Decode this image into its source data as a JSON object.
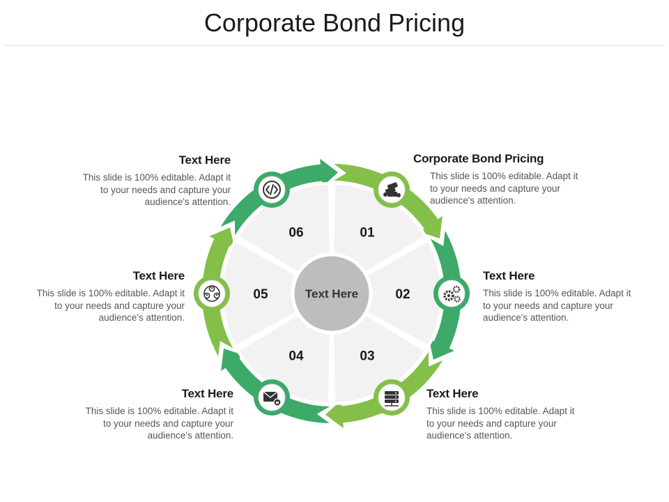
{
  "title": "Corporate Bond Pricing",
  "center_label": "Text Here",
  "colors": {
    "dark_green": "#3daa6a",
    "light_green": "#84bf4a",
    "segment": "#f2f2f2",
    "hub": "#bdbdbd"
  },
  "segments": [
    {
      "number": "01",
      "heading": "Corporate Bond Pricing",
      "body": "This slide is 100% editable. Adapt it to your needs and capture your audience's attention.",
      "icon": "money-stack-icon"
    },
    {
      "number": "02",
      "heading": "Text Here",
      "body": "This slide is 100% editable. Adapt it to your needs and capture your audience's attention.",
      "icon": "gears-icon"
    },
    {
      "number": "03",
      "heading": "Text Here",
      "body": "This slide is 100% editable. Adapt it to your needs and capture your audience's attention.",
      "icon": "server-icon"
    },
    {
      "number": "04",
      "heading": "Text Here",
      "body": "This slide is 100% editable. Adapt it to your needs and capture your audience's attention.",
      "icon": "email-lock-icon"
    },
    {
      "number": "05",
      "heading": "Text Here",
      "body": "This slide is 100% editable. Adapt it to your needs and capture your audience's attention.",
      "icon": "network-people-icon"
    },
    {
      "number": "06",
      "heading": "Text Here",
      "body": "This slide is 100% editable. Adapt it to your needs and capture your audience's attention.",
      "icon": "code-icon"
    }
  ]
}
